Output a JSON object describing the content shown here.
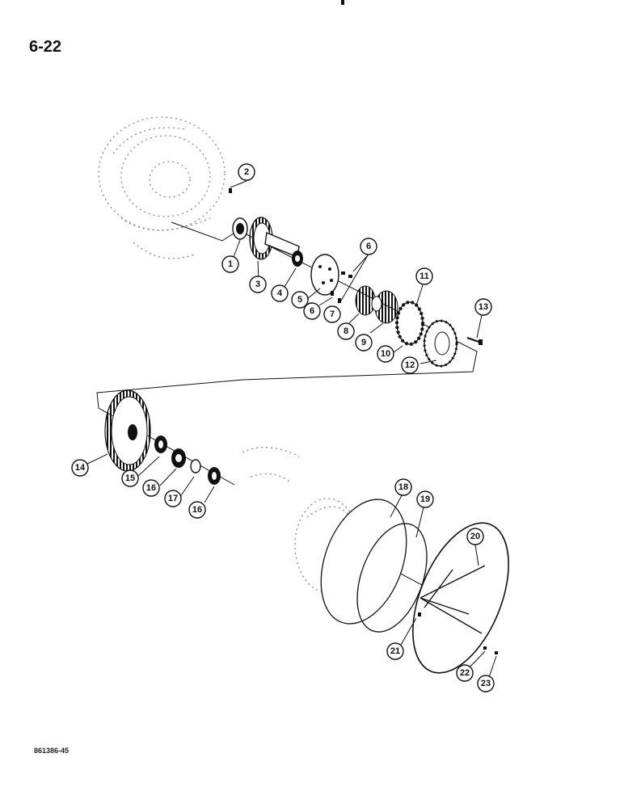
{
  "page": {
    "page_number": "6-22",
    "figure_code": "861386-45"
  },
  "callouts": [
    "1",
    "2",
    "3",
    "4",
    "5",
    "6",
    "6",
    "7",
    "8",
    "9",
    "10",
    "11",
    "12",
    "13",
    "14",
    "15",
    "16",
    "17",
    "16",
    "18",
    "19",
    "20",
    "21",
    "22",
    "23"
  ]
}
